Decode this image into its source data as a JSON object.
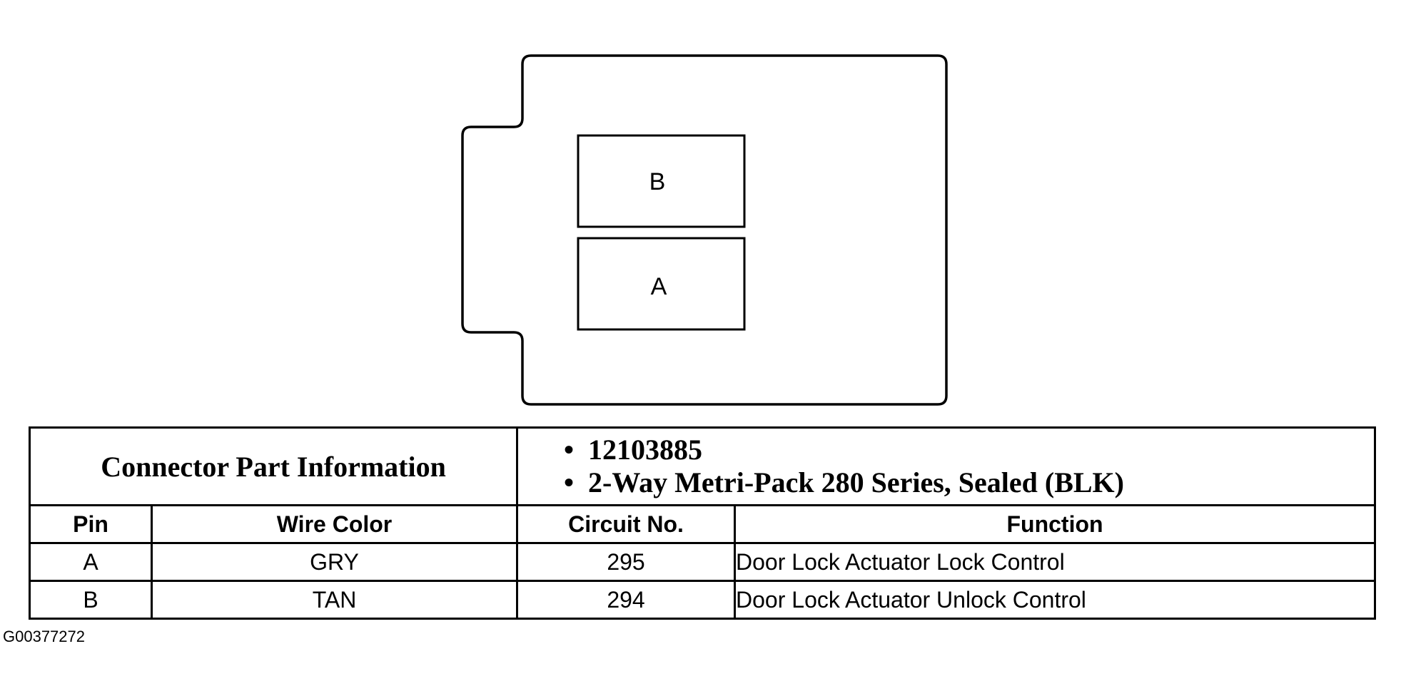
{
  "connector": {
    "cavities": [
      {
        "pin": "B"
      },
      {
        "pin": "A"
      }
    ]
  },
  "part_info": {
    "title": "Connector Part Information",
    "items": [
      "12103885",
      "2-Way Metri-Pack 280 Series, Sealed (BLK)"
    ]
  },
  "table": {
    "headers": {
      "pin": "Pin",
      "wire_color": "Wire Color",
      "circuit_no": "Circuit No.",
      "function": "Function"
    },
    "rows": [
      {
        "pin": "A",
        "wire_color": "GRY",
        "circuit_no": "295",
        "function": "Door Lock Actuator Lock Control"
      },
      {
        "pin": "B",
        "wire_color": "TAN",
        "circuit_no": "294",
        "function": "Door Lock Actuator Unlock Control"
      }
    ]
  },
  "figure_id": "G00377272"
}
